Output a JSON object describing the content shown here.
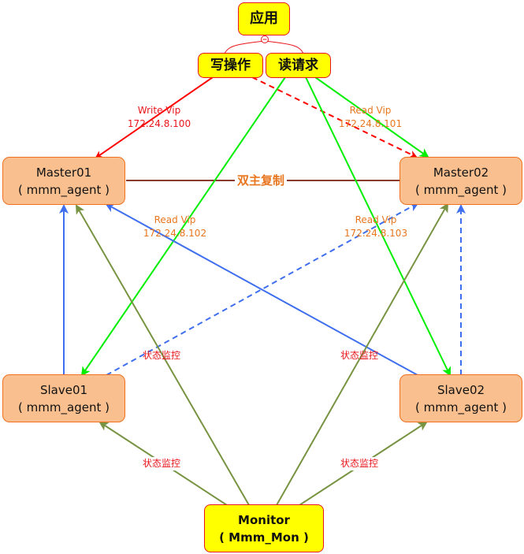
{
  "colors": {
    "write": "#ff0000",
    "read": "#00ee00",
    "replication": "#8b3a2e",
    "replication_label": "#e8761e",
    "agent_link": "#3f6fef",
    "monitor_link": "#789442",
    "monitor_label": "#e8161c",
    "vip_label_write": "#e8161c",
    "vip_label_read": "#e8761e"
  },
  "nodes": {
    "app": {
      "label": "应用"
    },
    "write_op": {
      "label": "写操作"
    },
    "read_req": {
      "label": "读请求"
    },
    "master01": {
      "name": "Master01",
      "role": "( mmm_agent )"
    },
    "master02": {
      "name": "Master02",
      "role": "( mmm_agent )"
    },
    "slave01": {
      "name": "Slave01",
      "role": "( mmm_agent )"
    },
    "slave02": {
      "name": "Slave02",
      "role": "( mmm_agent )"
    },
    "monitor": {
      "name": "Monitor",
      "role": "( Mmm_Mon )"
    }
  },
  "collapse_toggle": "⊖",
  "labels": {
    "write_vip": {
      "title": "Write Vip",
      "ip": "172.24.8.100"
    },
    "read_vip_101": {
      "title": "Read Vip",
      "ip": "172.24.8.101"
    },
    "read_vip_102": {
      "title": "Read Vip",
      "ip": "172.24.8.102"
    },
    "read_vip_103": {
      "title": "Read Vip",
      "ip": "172.24.8.103"
    },
    "dual_master": "双主复制",
    "monitor_status": "状态监控"
  }
}
